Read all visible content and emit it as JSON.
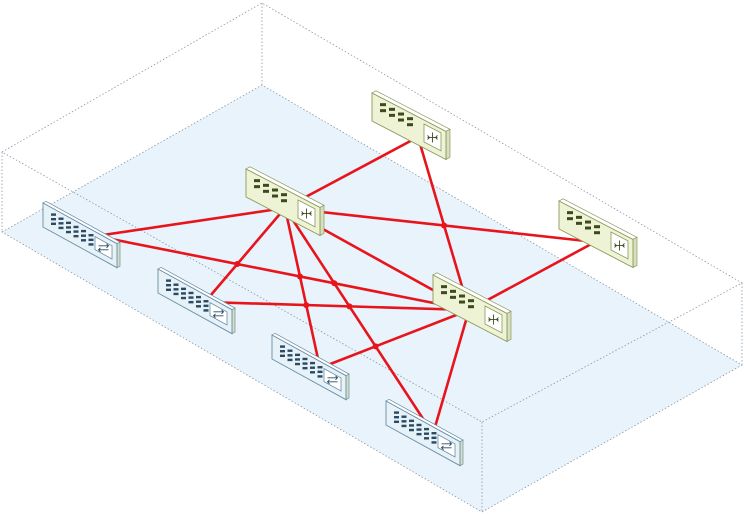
{
  "diagram": {
    "style": {
      "floor_fill": "#e9f3fb",
      "box_line": "#8a96a3",
      "link_color": "#e8141b",
      "router_face": "#eef3d6",
      "router_edge": "#8b9a5b",
      "router_port": "#3d4a1e",
      "switch_face": "#e6f1f8",
      "switch_edge": "#6a8ea6",
      "switch_port": "#2b4a63"
    },
    "devices": [
      {
        "id": "core-router-back",
        "kind": "router-icon"
      },
      {
        "id": "core-router-left",
        "kind": "router-icon"
      },
      {
        "id": "core-router-right",
        "kind": "router-icon"
      },
      {
        "id": "core-router-center",
        "kind": "router-icon"
      },
      {
        "id": "access-switch-1",
        "kind": "switch-icon"
      },
      {
        "id": "access-switch-2",
        "kind": "switch-icon"
      },
      {
        "id": "access-switch-3",
        "kind": "switch-icon"
      },
      {
        "id": "access-switch-4",
        "kind": "switch-icon"
      }
    ],
    "links": [
      [
        "core-router-back",
        "core-router-left"
      ],
      [
        "core-router-back",
        "core-router-center"
      ],
      [
        "core-router-right",
        "core-router-left"
      ],
      [
        "core-router-right",
        "core-router-center"
      ],
      [
        "core-router-left",
        "access-switch-1"
      ],
      [
        "core-router-left",
        "access-switch-2"
      ],
      [
        "core-router-left",
        "access-switch-3"
      ],
      [
        "core-router-left",
        "access-switch-4"
      ],
      [
        "core-router-left",
        "core-router-center"
      ],
      [
        "core-router-center",
        "access-switch-1"
      ],
      [
        "core-router-center",
        "access-switch-2"
      ],
      [
        "core-router-center",
        "access-switch-3"
      ],
      [
        "core-router-center",
        "access-switch-4"
      ]
    ]
  }
}
